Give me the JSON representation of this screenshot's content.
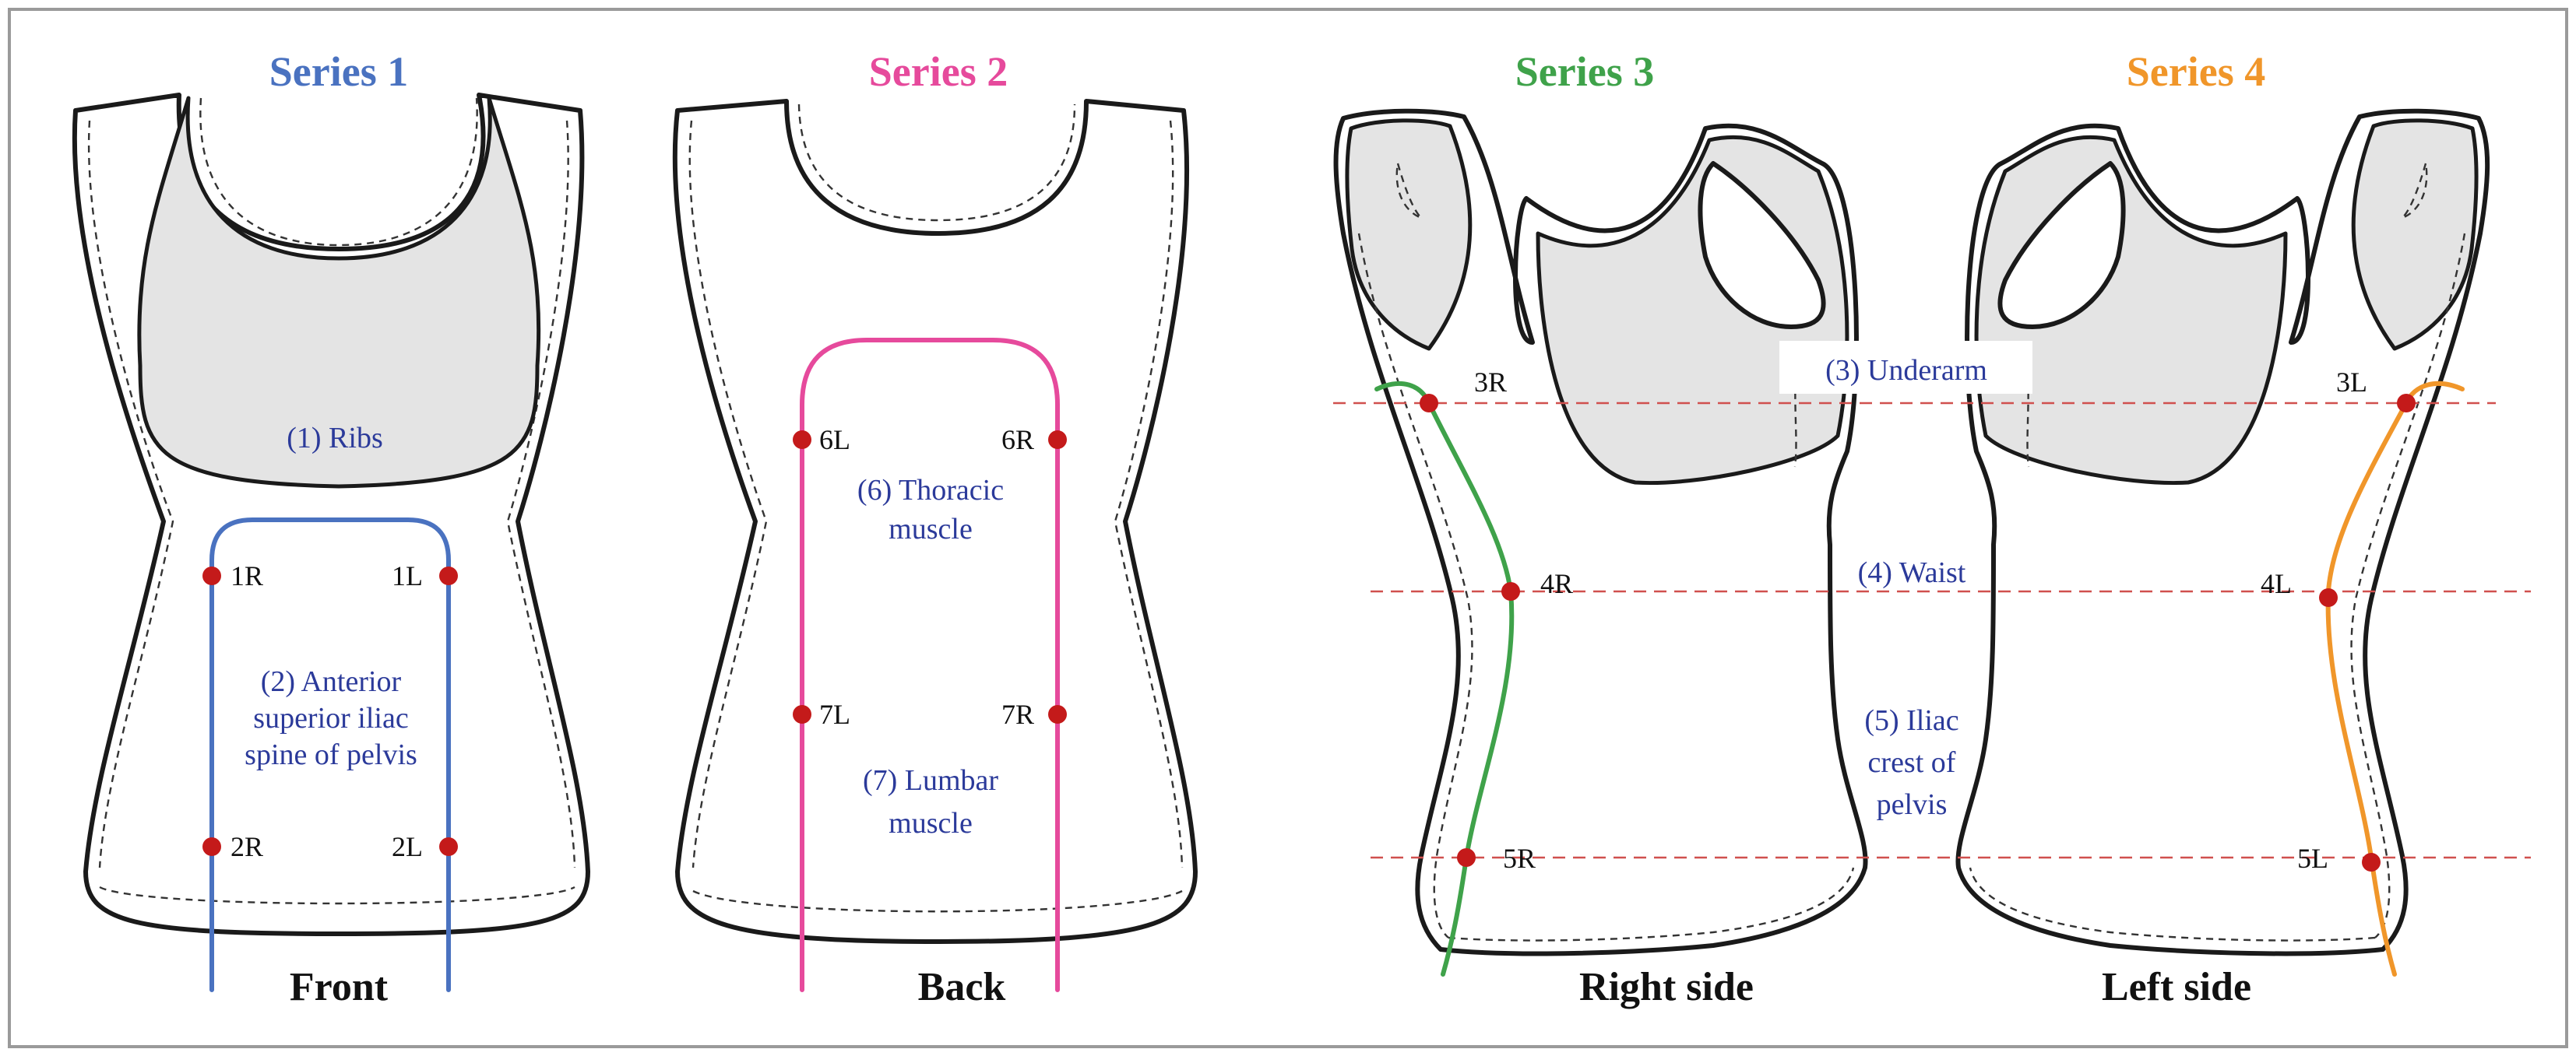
{
  "colors": {
    "series1": "#4a72c0",
    "series2": "#e64a9c",
    "series3": "#3fa24a",
    "series4": "#f0962a",
    "marker": "#c41a1a",
    "region_text": "#2b3a9a",
    "guide_line": "#d0504e"
  },
  "series": [
    {
      "title": "Series 1",
      "view": "Front"
    },
    {
      "title": "Series 2",
      "view": "Back"
    },
    {
      "title": "Series 3",
      "view": "Right side"
    },
    {
      "title": "Series 4",
      "view": "Left side"
    }
  ],
  "regions": {
    "ribs": "(1) Ribs",
    "asis": [
      "(2) Anterior",
      "superior iliac",
      "spine of pelvis"
    ],
    "underarm": "(3) Underarm",
    "waist": "(4) Waist",
    "iliac": [
      "(5) Iliac",
      "crest of",
      "pelvis"
    ],
    "thoracic": [
      "(6) Thoracic",
      "muscle"
    ],
    "lumbar": [
      "(7) Lumbar",
      "muscle"
    ]
  },
  "points": {
    "p1R": "1R",
    "p1L": "1L",
    "p2R": "2R",
    "p2L": "2L",
    "p3R": "3R",
    "p3L": "3L",
    "p4R": "4R",
    "p4L": "4L",
    "p5R": "5R",
    "p5L": "5L",
    "p6L": "6L",
    "p6R": "6R",
    "p7L": "7L",
    "p7R": "7R"
  }
}
